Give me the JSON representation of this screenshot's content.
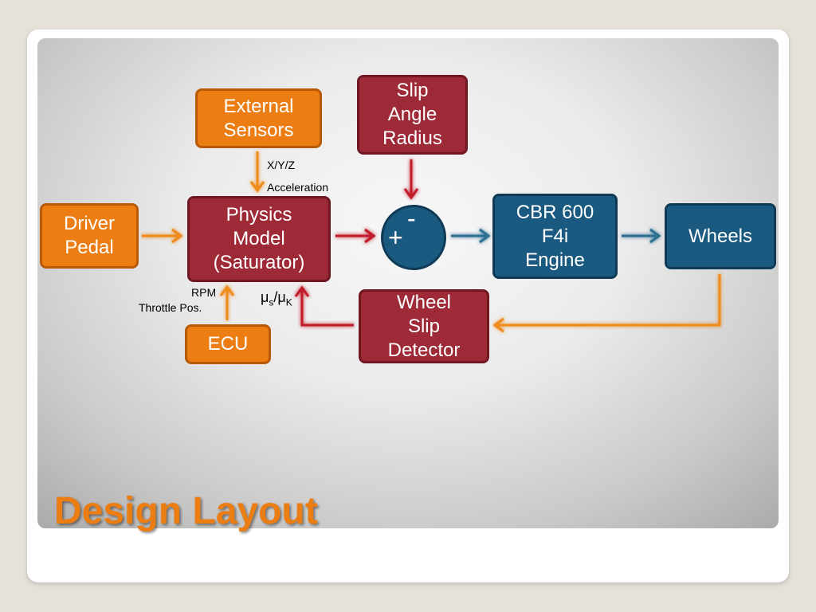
{
  "title": "Design Layout",
  "nodes": {
    "external_sensors": "External\nSensors",
    "slip_angle_radius": "Slip\nAngle\nRadius",
    "driver_pedal": "Driver\nPedal",
    "physics_model": "Physics\nModel\n(Saturator)",
    "cbr_engine": "CBR 600\nF4i\nEngine",
    "wheels": "Wheels",
    "wheel_slip_detector": "Wheel\nSlip\nDetector",
    "ecu": "ECU",
    "sum_minus": "-",
    "sum_plus": "+"
  },
  "edge_labels": {
    "xyz": "X/Y/Z",
    "acceleration": "Acceleration",
    "rpm": "RPM",
    "throttle": "Throttle Pos.",
    "mu_main": "μ",
    "mu_s": "s",
    "mu_sep": "/μ",
    "mu_k": "K"
  },
  "colors": {
    "orange": "#ec7d13",
    "red": "#9e2a37",
    "blue": "#1b5a80",
    "arrow_orange": "#ef8a1c",
    "arrow_red": "#c21e2c",
    "arrow_blue": "#2f6f93"
  }
}
